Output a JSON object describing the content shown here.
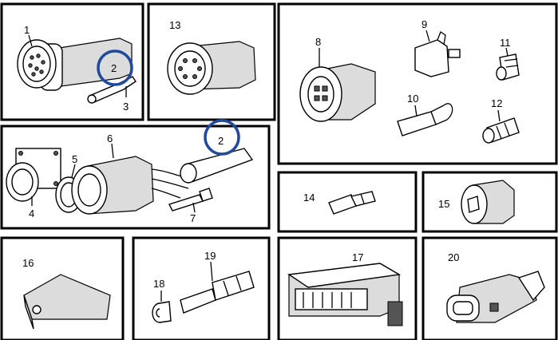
{
  "colors": {
    "border": "#000000",
    "callout": "#1f4aa0",
    "background": "#ffffff"
  },
  "labels": {
    "p1": "1",
    "p2_top": "2",
    "p3": "3",
    "p13": "13",
    "p8": "8",
    "p9": "9",
    "p11": "11",
    "p10": "10",
    "p12": "12",
    "p4": "4",
    "p5": "5",
    "p6": "6",
    "p2_mid": "2",
    "p7": "7",
    "p14": "14",
    "p15": "15",
    "p16": "16",
    "p18": "18",
    "p19": "19",
    "p17": "17",
    "p20": "20"
  }
}
